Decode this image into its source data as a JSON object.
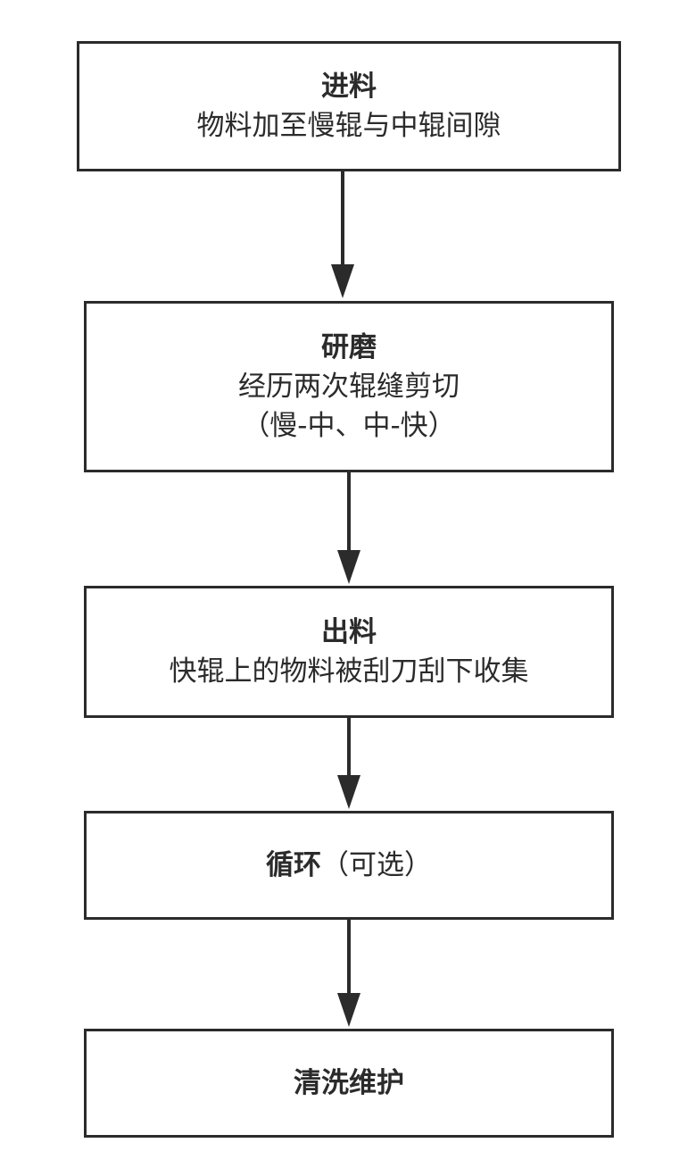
{
  "steps": [
    {
      "title": "进料",
      "lines": [
        "物料加至慢辊与中辊间隙"
      ]
    },
    {
      "title": "研磨",
      "lines": [
        "经历两次辊缝剪切",
        "（慢-中、中-快）"
      ]
    },
    {
      "title": "出料",
      "lines": [
        "快辊上的物料被刮刀刮下收集"
      ]
    },
    {
      "title": "循环",
      "suffix": "（可选）"
    },
    {
      "title": "清洗维护"
    }
  ],
  "colors": {
    "stroke": "#2b2b2b",
    "background": "#ffffff"
  }
}
